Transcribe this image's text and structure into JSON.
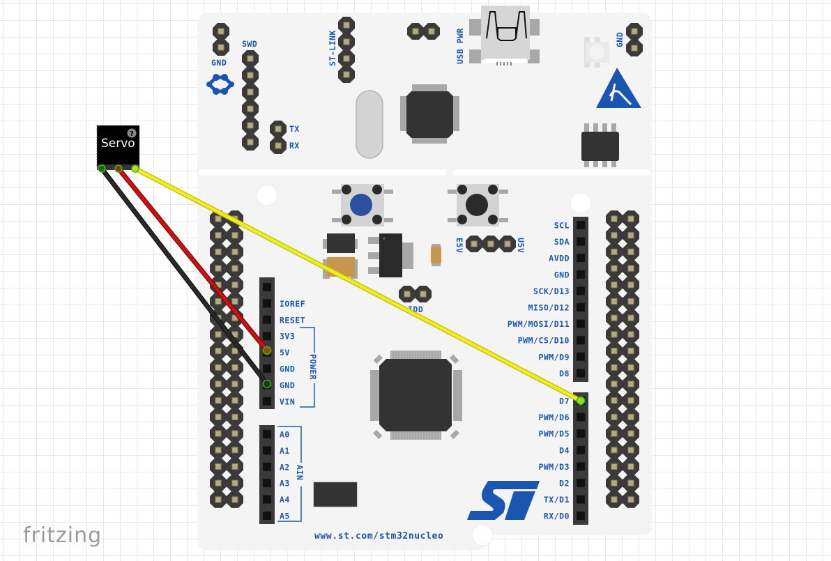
{
  "app": {
    "name": "fritzing",
    "view": "Breadboard"
  },
  "colors": {
    "board": "#f4f4f4",
    "label_blue": "#1a56b0",
    "header_dark": "#3a3a3a",
    "pin_gold": "#b5ab82",
    "wire_black": "#2a2a2a",
    "wire_red": "#cc1111",
    "wire_yellow": "#f0ee1e",
    "connector_green": "#4caf1e"
  },
  "board": {
    "name": "STM32 Nucleo",
    "url": "www.st.com/stm32nucleo",
    "top_labels": {
      "gnd_left": "GND",
      "swd": "SWD",
      "st_link": "ST-LINK",
      "usb_pwr": "USB PWR",
      "gnd_right": "GND",
      "tx": "TX",
      "rx": "RX",
      "e5v": "E5V",
      "u5v": "U5V",
      "idd": "IDD"
    },
    "power_header": {
      "group_label": "POWER",
      "pins": [
        "",
        "IOREF",
        "RESET",
        "3V3",
        "5V",
        "GND",
        "GND",
        "VIN"
      ]
    },
    "analog_header": {
      "group_label": "AIN",
      "pins": [
        "A0",
        "A1",
        "A2",
        "A3",
        "A4",
        "A5"
      ]
    },
    "digital_header_high": {
      "pins": [
        "SCL",
        "SDA",
        "AVDD",
        "GND",
        "SCK/D13",
        "MISO/D12",
        "PWM/MOSI/D11",
        "PWM/CS/D10",
        "PWM/D9",
        "D8"
      ]
    },
    "digital_header_low": {
      "pins": [
        "D7",
        "PWM/D6",
        "PWM/D5",
        "D4",
        "PWM/D3",
        "D2",
        "TX/D1",
        "RX/D0"
      ]
    }
  },
  "servo": {
    "label": "Servo",
    "help_glyph": "?"
  },
  "wires": [
    {
      "name": "ground",
      "color": "black",
      "from": "Servo pin 1",
      "to": "GND"
    },
    {
      "name": "power",
      "color": "red",
      "from": "Servo pin 2",
      "to": "5V"
    },
    {
      "name": "signal",
      "color": "yellow",
      "from": "Servo pin 3",
      "to": "D7"
    }
  ]
}
